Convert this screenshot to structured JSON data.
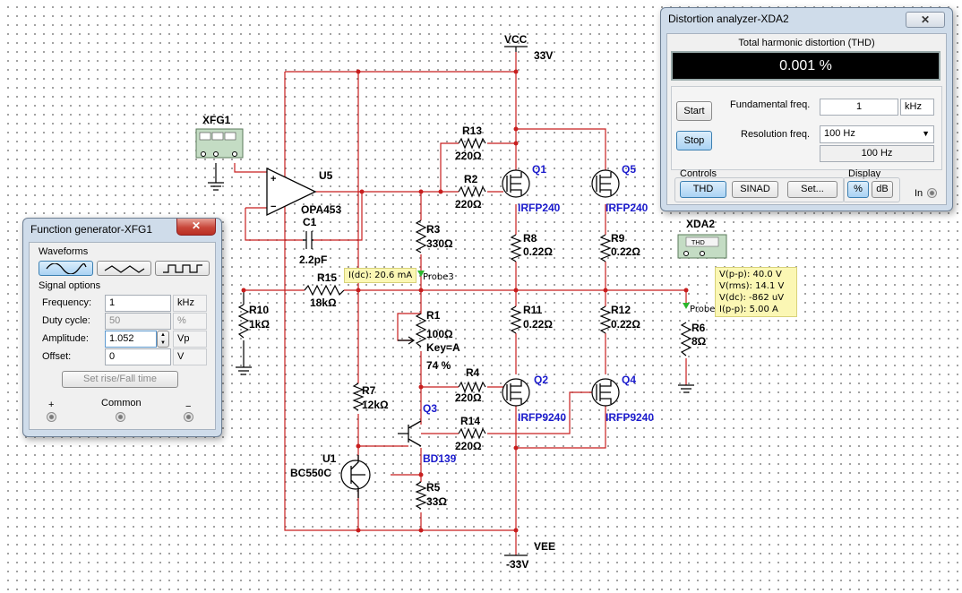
{
  "schematic": {
    "instruments": {
      "xfg1": "XFG1",
      "xda2": "XDA2",
      "xda2_screen": "THD"
    },
    "power": {
      "vcc_name": "VCC",
      "vcc_value": "33V",
      "vee_name": "VEE",
      "vee_value": "-33V"
    },
    "opamp": {
      "name": "U5",
      "part": "OPA453"
    },
    "transistors": [
      {
        "name": "Q1",
        "part": "IRFP240"
      },
      {
        "name": "Q5",
        "part": "IRFP240"
      },
      {
        "name": "Q2",
        "part": "IRFP9240"
      },
      {
        "name": "Q4",
        "part": "IRFP9240"
      },
      {
        "name": "Q3",
        "part": "BD139"
      },
      {
        "name": "U1",
        "part": "BC550C"
      }
    ],
    "capacitor": {
      "name": "C1",
      "value": "2.2pF"
    },
    "resistors": [
      {
        "name": "R13",
        "value": "220Ω"
      },
      {
        "name": "R2",
        "value": "220Ω"
      },
      {
        "name": "R3",
        "value": "330Ω"
      },
      {
        "name": "R8",
        "value": "0.22Ω"
      },
      {
        "name": "R9",
        "value": "0.22Ω"
      },
      {
        "name": "R15",
        "value": "18kΩ"
      },
      {
        "name": "R10",
        "value": "1kΩ"
      },
      {
        "name": "R11",
        "value": "0.22Ω"
      },
      {
        "name": "R12",
        "value": "0.22Ω"
      },
      {
        "name": "R4",
        "value": "220Ω"
      },
      {
        "name": "R14",
        "value": "220Ω"
      },
      {
        "name": "R7",
        "value": "12kΩ"
      },
      {
        "name": "R5",
        "value": "33Ω"
      },
      {
        "name": "R6",
        "value": "8Ω"
      }
    ],
    "potentiometer": {
      "name": "R1",
      "value": "100Ω",
      "key": "Key=A",
      "position": "74 %"
    },
    "probe3": {
      "label": "Probe3",
      "reading": "I(dc): 20.6 mA"
    },
    "probe": {
      "label": "Probe",
      "readings": [
        "V(p-p): 40.0 V",
        "V(rms): 14.1 V",
        "V(dc): -862 uV",
        "I(p-p): 5.00 A"
      ]
    }
  },
  "function_generator": {
    "title": "Function generator-XFG1",
    "close_label": "✕",
    "waveforms_label": "Waveforms",
    "waveform_icons": [
      "sine-icon",
      "triangle-icon",
      "square-icon"
    ],
    "signal_options_label": "Signal options",
    "fields": [
      {
        "label": "Frequency:",
        "value": "1",
        "unit": "kHz",
        "enabled": true
      },
      {
        "label": "Duty cycle:",
        "value": "50",
        "unit": "%",
        "enabled": false
      },
      {
        "label": "Amplitude:",
        "value": "1.052",
        "unit": "Vp",
        "enabled": true
      },
      {
        "label": "Offset:",
        "value": "0",
        "unit": "V",
        "enabled": true
      }
    ],
    "rise_fall_button": "Set rise/Fall time",
    "terminals": {
      "plus": "+",
      "common": "Common",
      "minus": "−"
    }
  },
  "distortion_analyzer": {
    "title": "Distortion analyzer-XDA2",
    "close_label": "✕",
    "display_caption": "Total harmonic distortion (THD)",
    "display_value": "0.001 %",
    "start_button": "Start",
    "stop_button": "Stop",
    "fundamental_label": "Fundamental freq.",
    "fundamental_value": "1",
    "fundamental_unit": "kHz",
    "resolution_label": "Resolution freq.",
    "resolution_selected": "100 Hz",
    "resolution_readout": "100 Hz",
    "controls_label": "Controls",
    "thd_button": "THD",
    "sinad_button": "SINAD",
    "set_button": "Set...",
    "display_label": "Display",
    "percent_button": "%",
    "db_button": "dB",
    "in_label": "In"
  }
}
